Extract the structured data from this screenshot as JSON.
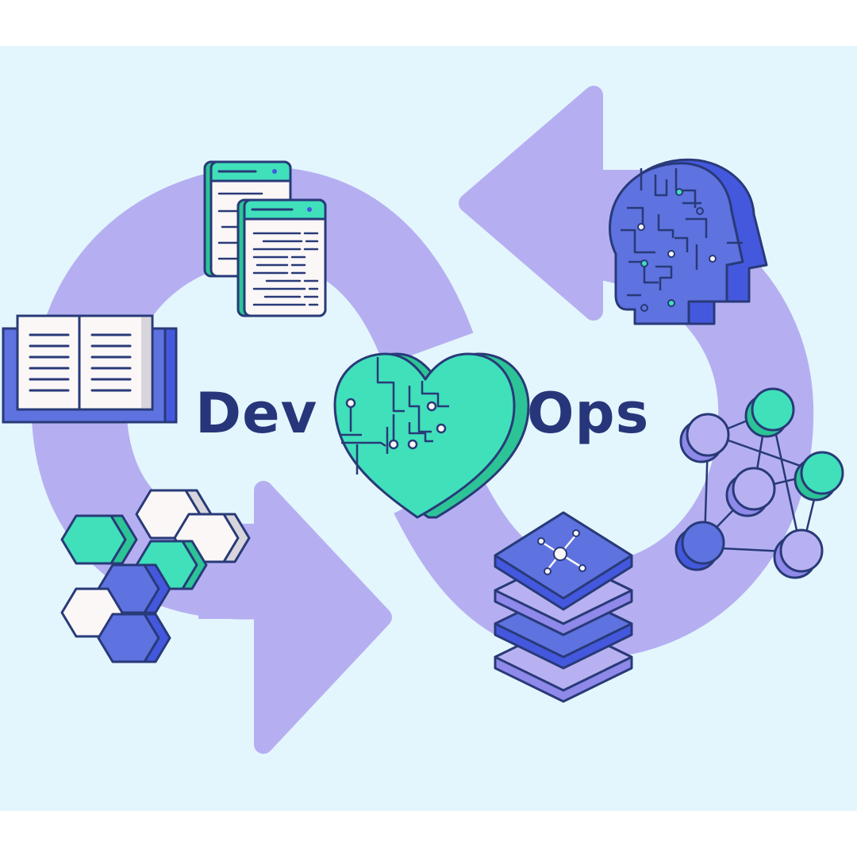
{
  "title": {
    "left_word": "Dev",
    "right_word": "Ops"
  },
  "colors": {
    "page_background": "#ffffff",
    "panel_background": "#e4f6fd",
    "arrow_loop": "#b5aff2",
    "text": "#27367a",
    "outline": "#283a78",
    "teal": "#40e0bb",
    "teal_dark": "#2cc497",
    "blue": "#5e72e0",
    "blue_dark": "#4458de",
    "lavender": "#b8b1f1",
    "paper": "#fbf7f7",
    "paper_side": "#d8d6dc"
  },
  "elements": {
    "center_icon": "circuit-heart",
    "icons": [
      {
        "name": "code-documents",
        "position": "top-left"
      },
      {
        "name": "open-book",
        "position": "left"
      },
      {
        "name": "hexagon-cluster",
        "position": "bottom-left"
      },
      {
        "name": "ai-head",
        "position": "top-right"
      },
      {
        "name": "network-graph",
        "position": "right"
      },
      {
        "name": "layer-stack",
        "position": "bottom-right"
      }
    ],
    "loop": "infinity-arrow-cycle"
  }
}
